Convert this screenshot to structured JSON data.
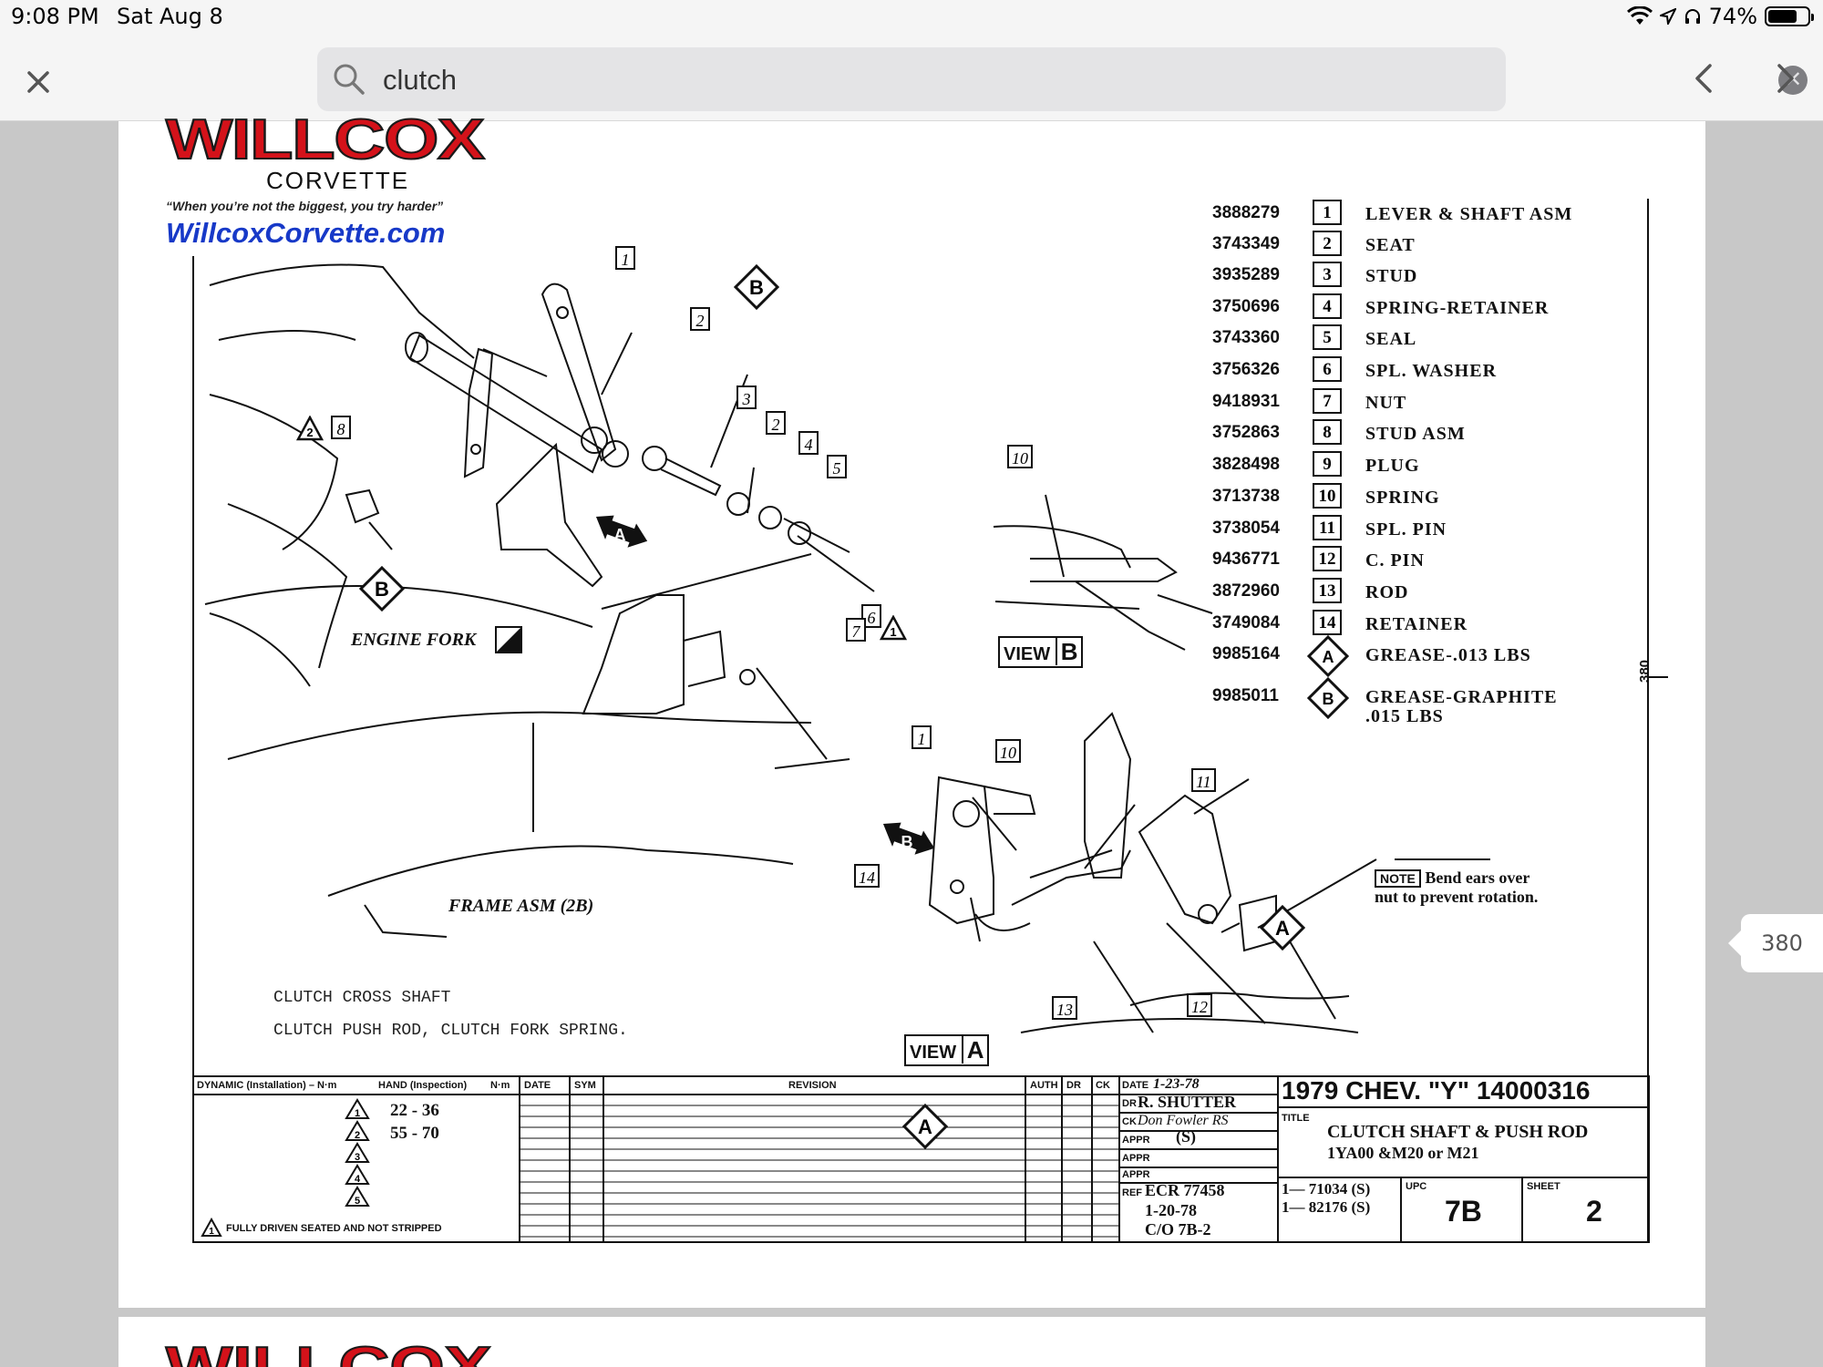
{
  "status_bar": {
    "time": "9:08 PM",
    "date": "Sat Aug 8",
    "battery": "74%",
    "battery_level": 0.74
  },
  "search": {
    "query": "clutch"
  },
  "page_indicator": "380",
  "logo": {
    "brand": "WILLCOX",
    "sub": "CORVETTE",
    "tagline": "“When you’re not the biggest, you try harder”",
    "website": "WillcoxCorvette.com"
  },
  "parts": [
    {
      "number": "3888279",
      "key": "1",
      "name": "LEVER & SHAFT ASM"
    },
    {
      "number": "3743349",
      "key": "2",
      "name": "SEAT"
    },
    {
      "number": "3935289",
      "key": "3",
      "name": "STUD"
    },
    {
      "number": "3750696",
      "key": "4",
      "name": "SPRING-RETAINER"
    },
    {
      "number": "3743360",
      "key": "5",
      "name": "SEAL"
    },
    {
      "number": "3756326",
      "key": "6",
      "name": "SPL. WASHER"
    },
    {
      "number": "9418931",
      "key": "7",
      "name": "NUT"
    },
    {
      "number": "3752863",
      "key": "8",
      "name": "STUD ASM"
    },
    {
      "number": "3828498",
      "key": "9",
      "name": "PLUG"
    },
    {
      "number": "3713738",
      "key": "10",
      "name": "SPRING"
    },
    {
      "number": "3738054",
      "key": "11",
      "name": "SPL. PIN"
    },
    {
      "number": "9436771",
      "key": "12",
      "name": "C. PIN"
    },
    {
      "number": "3872960",
      "key": "13",
      "name": "ROD"
    },
    {
      "number": "3749084",
      "key": "14",
      "name": "RETAINER"
    },
    {
      "number": "9985164",
      "key": "A",
      "name": "GREASE-.013 LBS"
    },
    {
      "number": "9985011",
      "key": "B",
      "name": "GREASE-GRAPHITE",
      "name2": ".015 LBS"
    }
  ],
  "drawing": {
    "callouts": [
      "1",
      "2",
      "3",
      "2",
      "4",
      "5",
      "6",
      "7",
      "8",
      "10",
      "1",
      "10",
      "11",
      "12",
      "13",
      "14"
    ],
    "engine_fork": "ENGINE FORK",
    "frame_asm": "FRAME ASM (2B)",
    "view_b": "VIEW",
    "view_b_letter": "B",
    "view_a": "VIEW",
    "view_a_letter": "A",
    "note_label": "NOTE",
    "note_text_1": "Bend ears over",
    "note_text_2": "nut to prevent rotation.",
    "side_dim": "380",
    "desc_1": "CLUTCH CROSS SHAFT",
    "desc_2": "CLUTCH PUSH ROD, CLUTCH FORK SPRING."
  },
  "title_block": {
    "torque_header_1": "DYNAMIC (Installation) – N·m",
    "torque_header_2": "HAND (Inspection)",
    "torque_header_3": "N·m",
    "torque_1": "22 - 36",
    "torque_2": "55 - 70",
    "torque_note": "FULLY DRIVEN SEATED AND NOT STRIPPED",
    "rev_cols": [
      "DATE",
      "SYM",
      "REVISION",
      "AUTH",
      "DR",
      "CK"
    ],
    "date_label": "DATE",
    "date_value": "1-23-78",
    "dr_label": "DR",
    "dr_value": "R. SHUTTER",
    "ck_label": "CK",
    "ck_value": "Don Fowler RS",
    "appr_label": "APPR",
    "appr_value": "(S)",
    "ref_label": "REF",
    "ref_1": "ECR 77458",
    "ref_2": "1-20-78",
    "ref_3": "C/O 7B-2",
    "drawing_title": "1979 CHEV. \"Y\" 14000316",
    "title_label": "TITLE",
    "title_1": "CLUTCH SHAFT & PUSH ROD",
    "title_2": "1YA00 &M20 or M21",
    "codes_1": "1— 71034 (S)",
    "codes_2": "1— 82176 (S)",
    "upc_label": "UPC",
    "upc": "7B",
    "sheet_label": "SHEET",
    "sheet": "2"
  }
}
